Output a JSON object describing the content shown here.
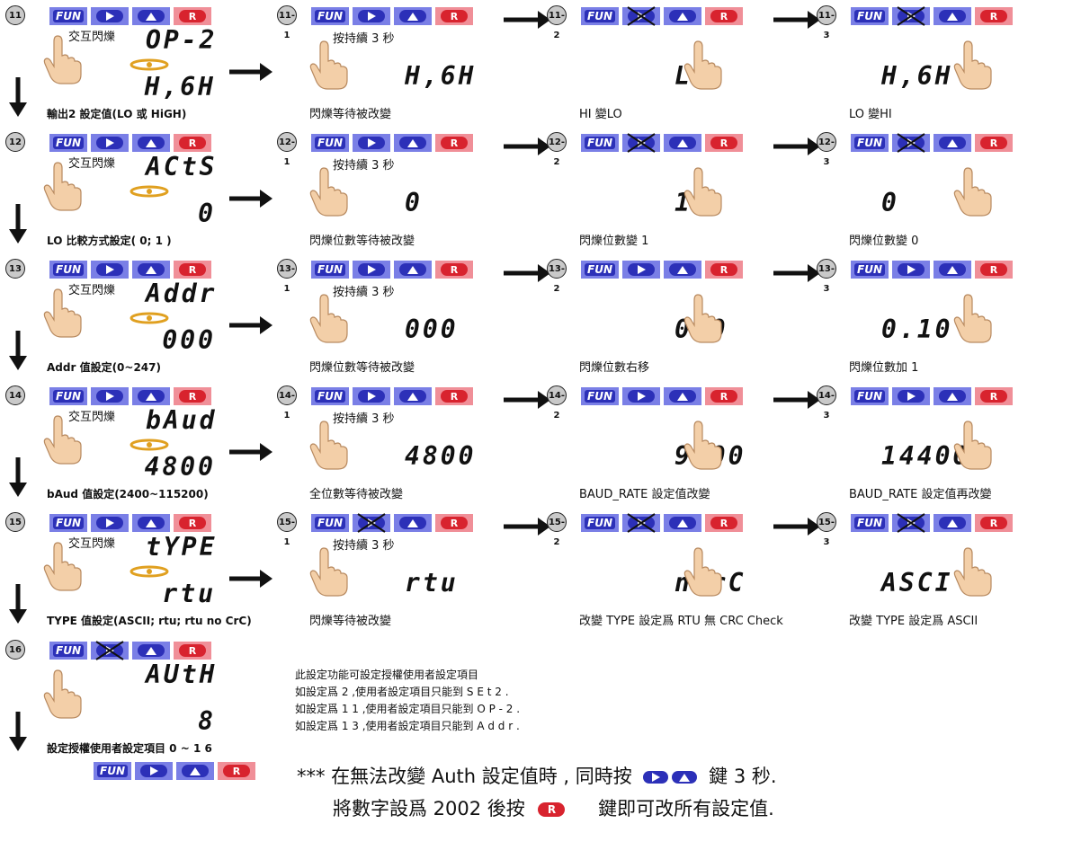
{
  "steps": [
    {
      "id": "11",
      "mode": "交互閃爍",
      "lcd1": "OP-2",
      "lcd2": "H,6H",
      "caption": "輸出2 設定值(LO 或 HiGH)"
    },
    {
      "id": "12",
      "mode": "交互閃爍",
      "lcd1": "ACtS",
      "lcd2": "0",
      "caption": "LO 比較方式設定( 0;  1 )"
    },
    {
      "id": "13",
      "mode": "交互閃爍",
      "lcd1": "Addr",
      "lcd2": "000",
      "caption": "Addr 值設定(0~247)"
    },
    {
      "id": "14",
      "mode": "交互閃爍",
      "lcd1": "bAud",
      "lcd2": "4800",
      "caption": "bAud 值設定(2400~115200)"
    },
    {
      "id": "15",
      "mode": "交互閃爍",
      "lcd1": "tYPE",
      "lcd2": "rtu",
      "caption": "TYPE 值設定(ASCII; rtu; rtu no CrC)"
    },
    {
      "id": "16",
      "mode": "",
      "lcd1": "AUtH",
      "lcd2": "8",
      "caption": "設定授權使用者設定項目 0 ~ 1 6"
    }
  ],
  "subs": [
    {
      "id": "11-1",
      "hint": "按持續 3  秒",
      "lcd": "H,6H",
      "caption": "閃爍等待被改變"
    },
    {
      "id": "11-2",
      "hint": "",
      "lcd": "LO",
      "caption": "HI 變LO"
    },
    {
      "id": "11-3",
      "hint": "",
      "lcd": "H,6H",
      "caption": "LO 變HI"
    },
    {
      "id": "12-1",
      "hint": "按持續 3  秒",
      "lcd": "0",
      "caption": "閃爍位數等待被改變"
    },
    {
      "id": "12-2",
      "hint": "",
      "lcd": "1",
      "caption": "閃爍位數變 1"
    },
    {
      "id": "12-3",
      "hint": "",
      "lcd": "0",
      "caption": "閃爍位數變 0"
    },
    {
      "id": "13-1",
      "hint": "按持續 3  秒",
      "lcd": "000",
      "caption": "閃爍位數等待被改變"
    },
    {
      "id": "13-2",
      "hint": "",
      "lcd": "000",
      "caption": "閃爍位數右移"
    },
    {
      "id": "13-3",
      "hint": "",
      "lcd": "0.10",
      "caption": "閃爍位數加 1"
    },
    {
      "id": "14-1",
      "hint": "按持續 3  秒",
      "lcd": "4800",
      "caption": "全位數等待被改變"
    },
    {
      "id": "14-2",
      "hint": "",
      "lcd": "9600",
      "caption": "BAUD_RATE    設定值改變"
    },
    {
      "id": "14-3",
      "hint": "",
      "lcd": "14400",
      "caption": "BAUD_RATE    設定值再改變"
    },
    {
      "id": "15-1",
      "hint": "按持續 3  秒",
      "lcd": "rtu",
      "caption": "閃爍等待被改變"
    },
    {
      "id": "15-2",
      "hint": "",
      "lcd": "nCrC",
      "caption": "改變 TYPE 設定爲 RTU  無  CRC  Check"
    },
    {
      "id": "15-3",
      "hint": "",
      "lcd": "ASCI",
      "caption": "改變 TYPE 設定爲 ASCII"
    }
  ],
  "buttons": {
    "fun": "FUN",
    "r": "R"
  },
  "note": {
    "l1": "此設定功能可設定授權使用者設定項目",
    "l2": "如設定爲 2 ,使用者設定項目只能到 S E t 2 .",
    "l3": "如設定爲 1 1 ,使用者設定項目只能到 O P - 2 .",
    "l4": "如設定爲 1 3 ,使用者設定項目只能到 A d d r ."
  },
  "footer": {
    "line1a": "*** 在無法改變 Auth 設定值時 , 同時按",
    "line1b": "鍵 3  秒.",
    "line2a": "將數字設爲 2002 後按",
    "line2b": "鍵即可改所有設定值."
  },
  "colors": {
    "button_bg": "#7a7fe6",
    "button_fg": "#2c30b8",
    "reset_bg": "#f08f98",
    "reset_fg": "#d8232e",
    "badge": "#c9c9c9"
  }
}
